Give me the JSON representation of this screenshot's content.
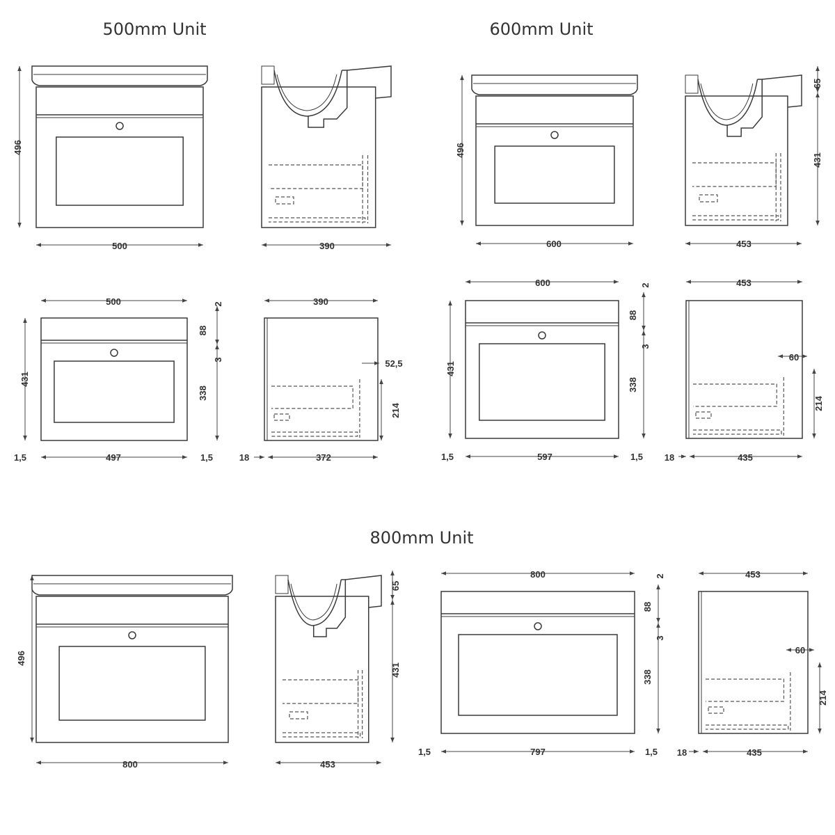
{
  "titles": {
    "unit_500": "500mm Unit",
    "unit_600": "600mm Unit",
    "unit_800": "800mm Unit"
  },
  "unit_500": {
    "basin_front": {
      "height": "496",
      "width": "500"
    },
    "basin_side": {
      "depth": "390"
    },
    "unit_front": {
      "width": "500",
      "height": "431",
      "top_gap": "2",
      "top_rail": "88",
      "gap": "3",
      "drawer": "338",
      "side_left": "1,5",
      "inner_width": "497",
      "side_right": "1,5"
    },
    "unit_side": {
      "depth": "390",
      "rail": "52,5",
      "drawer_h": "214",
      "back": "18",
      "inner_depth": "372"
    }
  },
  "unit_600": {
    "basin_front": {
      "height": "496",
      "width": "600"
    },
    "basin_side": {
      "basin_h": "65",
      "height": "431",
      "depth": "453"
    },
    "unit_front": {
      "width": "600",
      "height": "431",
      "top_gap": "2",
      "top_rail": "88",
      "gap": "3",
      "drawer": "338",
      "side_left": "1,5",
      "inner_width": "597",
      "side_right": "1,5"
    },
    "unit_side": {
      "depth": "453",
      "rail": "60",
      "drawer_h": "214",
      "back": "18",
      "inner_depth": "435"
    }
  },
  "unit_800": {
    "basin_front": {
      "height": "496",
      "width": "800"
    },
    "basin_side": {
      "basin_h": "65",
      "height": "431",
      "depth": "453"
    },
    "unit_front": {
      "width": "800",
      "top_gap": "2",
      "top_rail": "88",
      "gap": "3",
      "drawer": "338",
      "side_left": "1,5",
      "inner_width": "797",
      "side_right": "1,5"
    },
    "unit_side": {
      "depth": "453",
      "rail": "60",
      "drawer_h": "214",
      "back": "18",
      "inner_depth": "435"
    }
  }
}
